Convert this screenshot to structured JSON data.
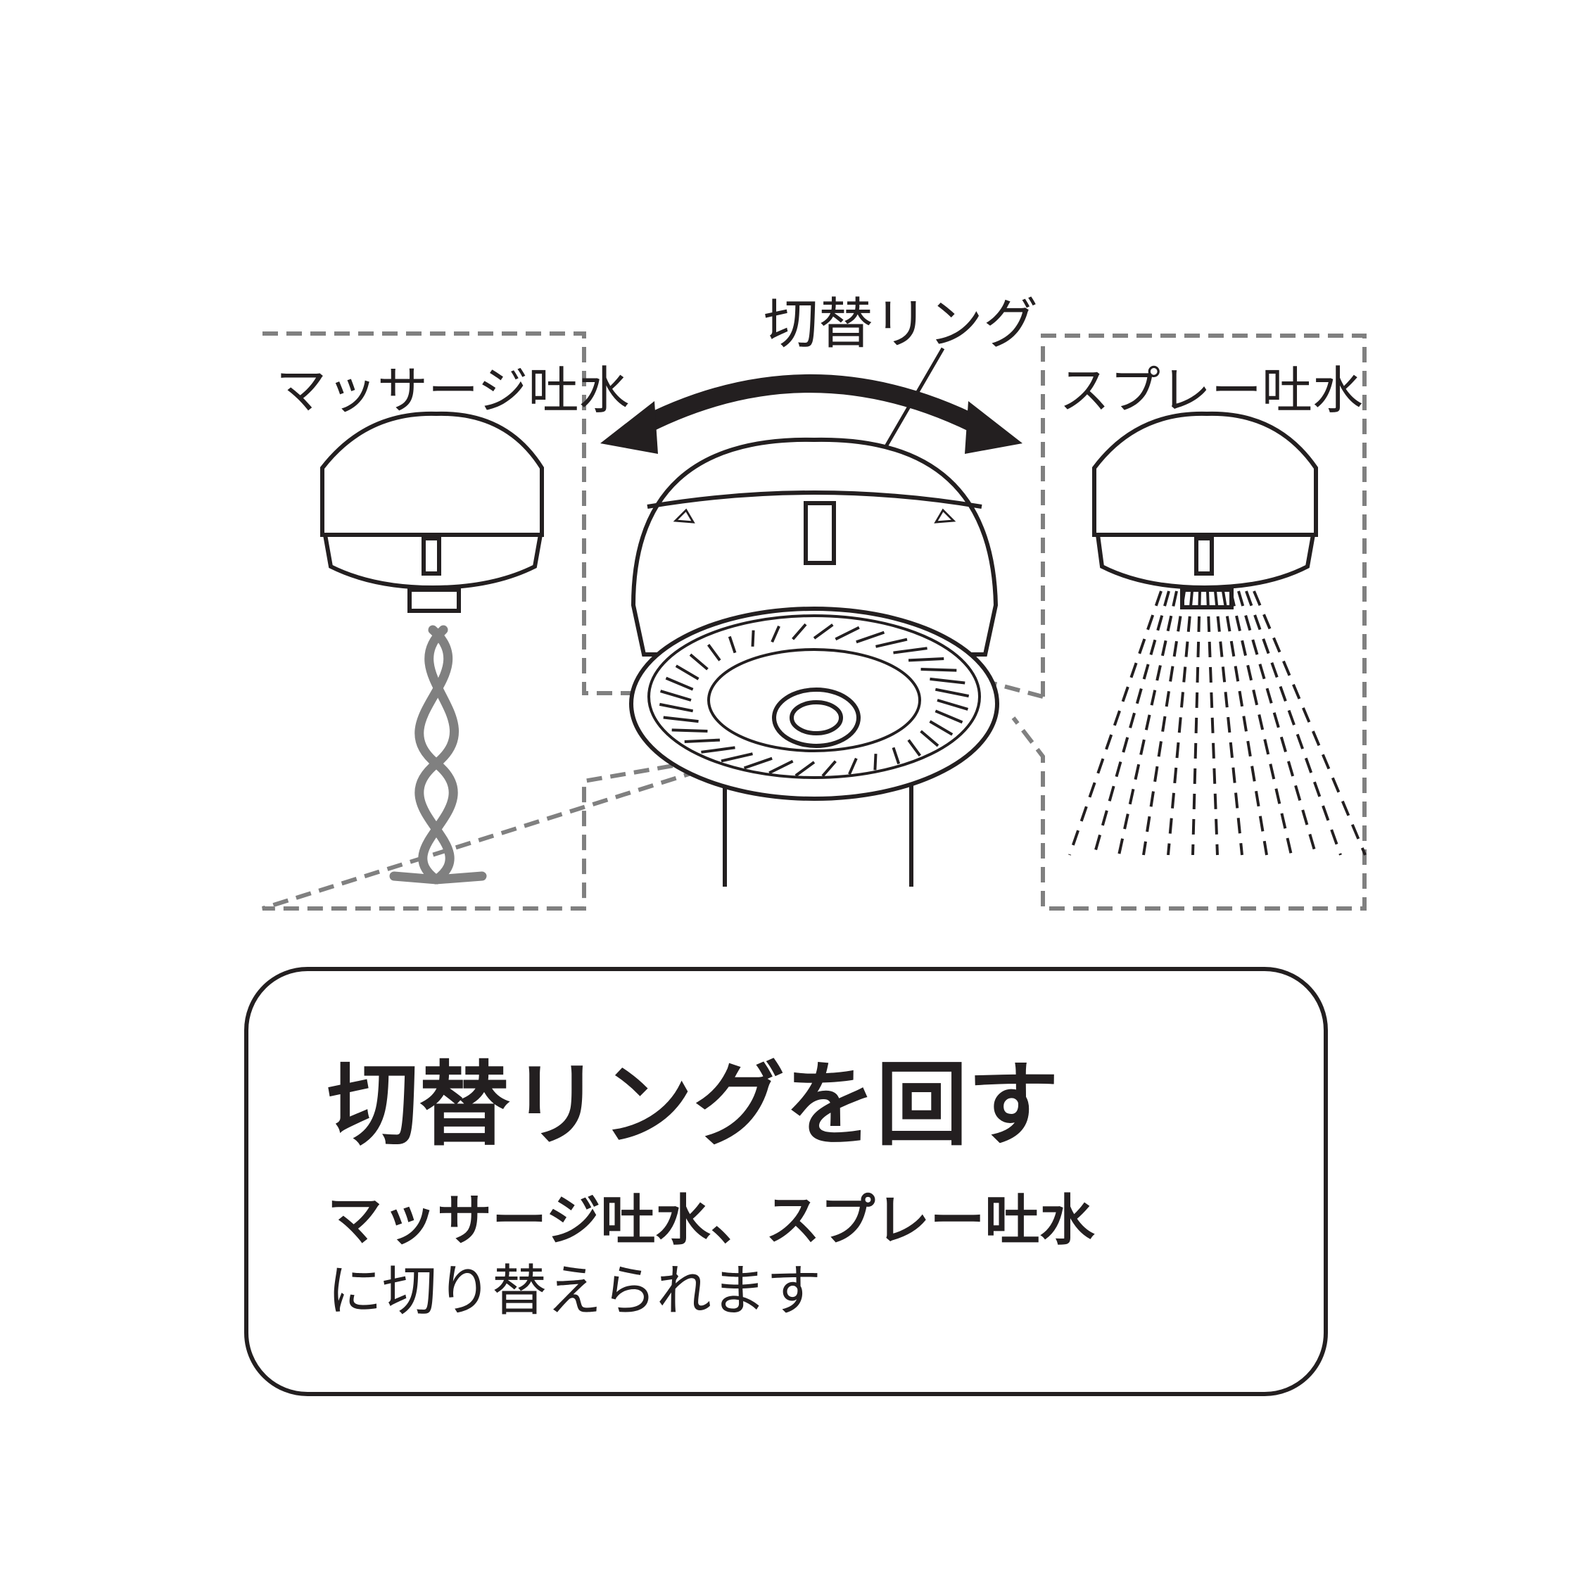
{
  "diagram": {
    "ring_label": "切替リング",
    "massage_label": "マッサージ吐水",
    "spray_label": "スプレー吐水"
  },
  "instruction": {
    "title": "切替リングを回す",
    "line1": "マッサージ吐水、スプレー吐水",
    "line2": "に切り替えられます"
  },
  "colors": {
    "ink": "#231f20",
    "gray": "#808080"
  }
}
